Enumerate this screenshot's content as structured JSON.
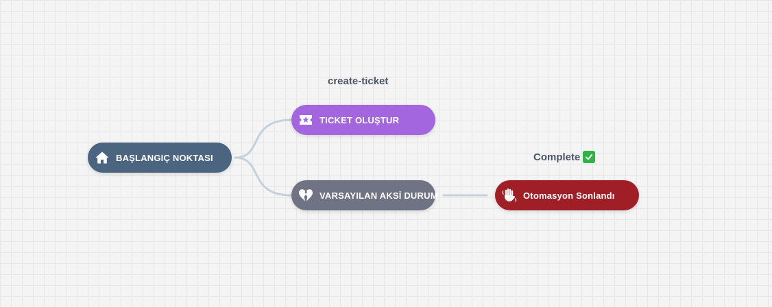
{
  "nodes": {
    "start": {
      "label": "BAŞLANGIÇ NOKTASI",
      "icon": "home-icon",
      "color": "#4b6580"
    },
    "ticket": {
      "label": "TICKET OLUŞTUR",
      "icon": "ticket-star-icon",
      "color": "#a466de"
    },
    "default": {
      "label": "VARSAYILAN AKSİ DURUM",
      "icon": "heart-broken-icon",
      "color": "#6f7384"
    },
    "end": {
      "label": "Otomasyon Sonlandı",
      "icon": "waving-hand-icon",
      "color": "#a01f26"
    }
  },
  "edge_labels": {
    "ticket": "create-ticket",
    "end": "Complete"
  },
  "connector_color": "#c6d0db"
}
